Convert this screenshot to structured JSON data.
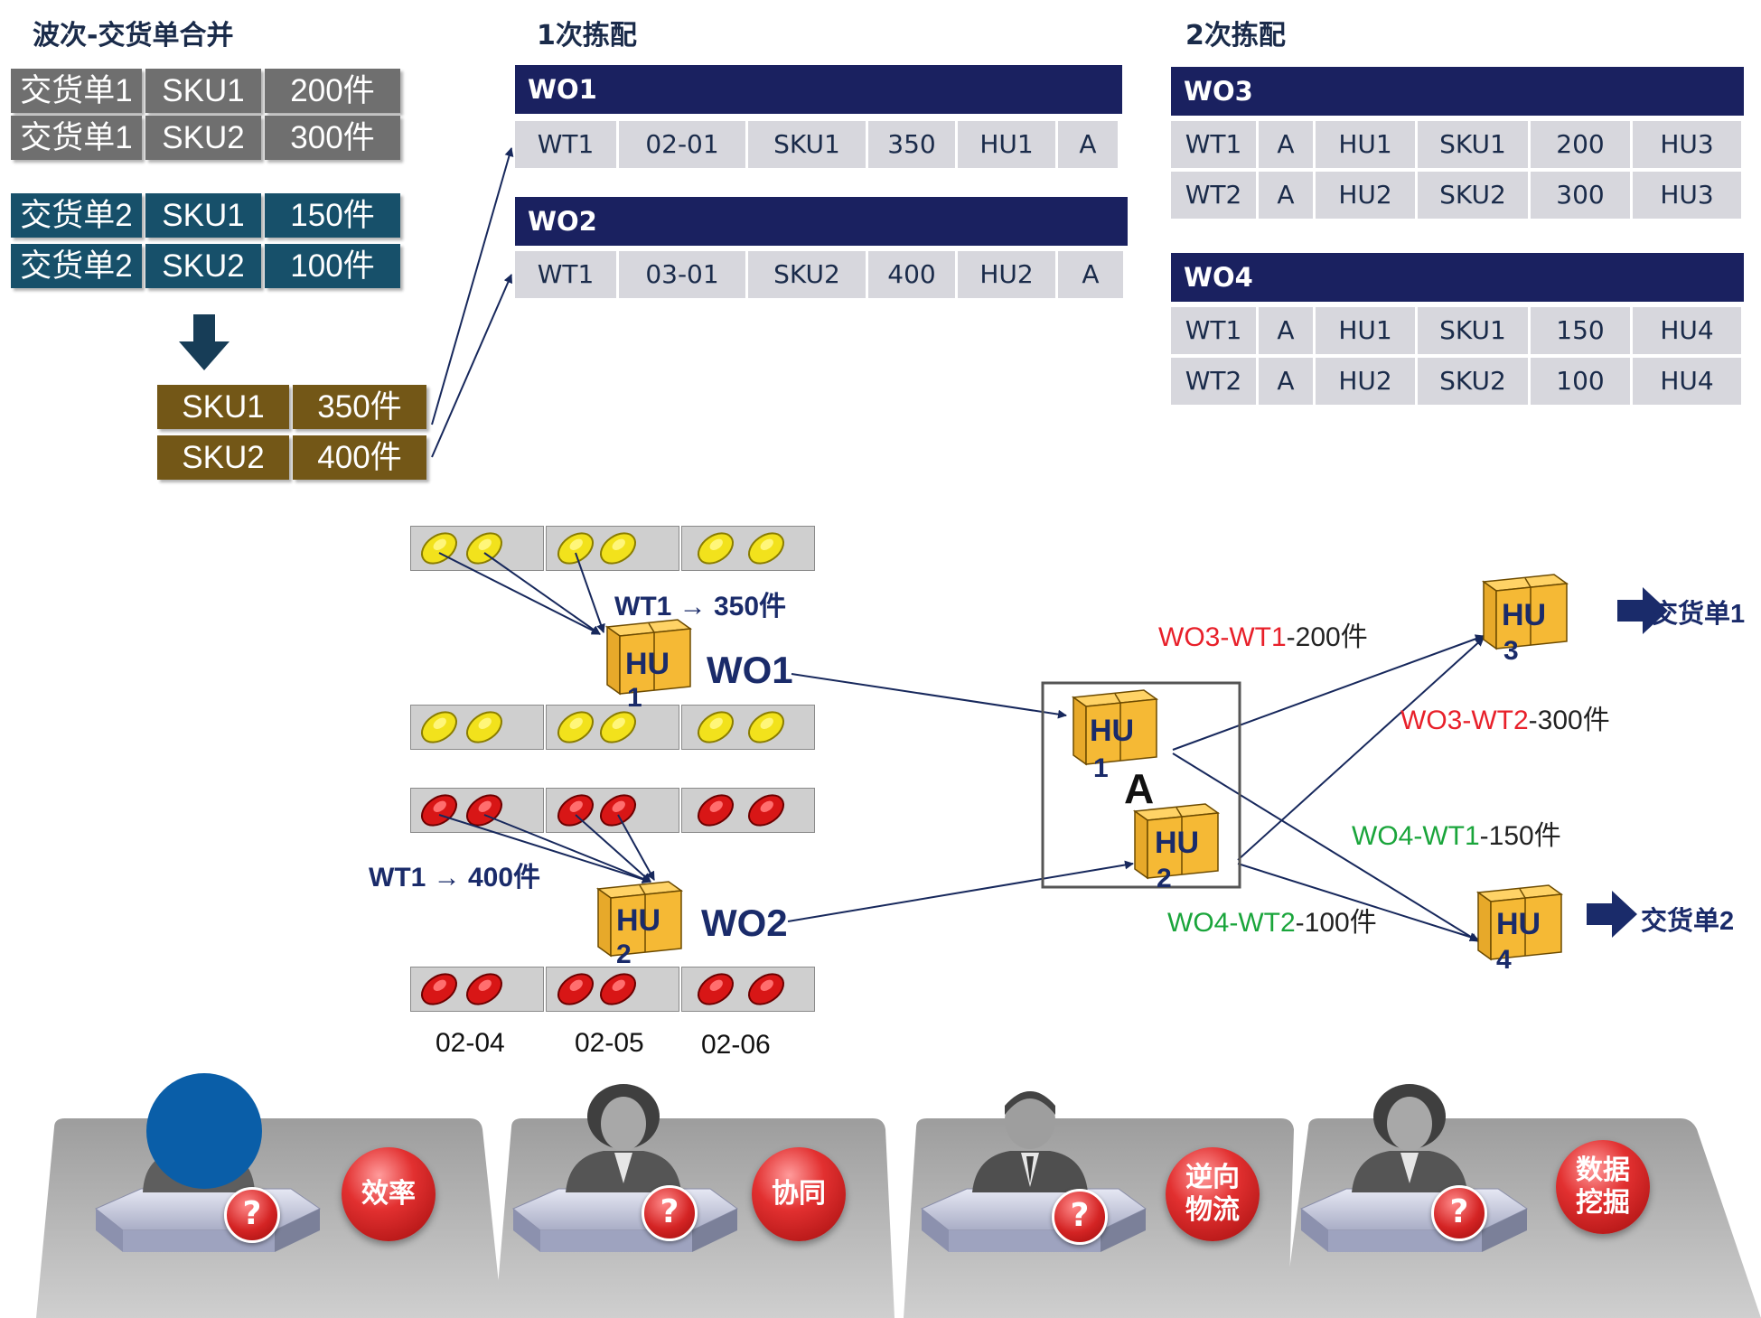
{
  "header": {
    "merge_title": "波次-交货单合并",
    "pick1_title": "1次拣配",
    "pick2_title": "2次拣配"
  },
  "merge": {
    "rows_dn1": [
      {
        "dn": "交货单1",
        "sku": "SKU1",
        "qty": "200件"
      },
      {
        "dn": "交货单1",
        "sku": "SKU2",
        "qty": "300件"
      }
    ],
    "rows_dn2": [
      {
        "dn": "交货单2",
        "sku": "SKU1",
        "qty": "150件"
      },
      {
        "dn": "交货单2",
        "sku": "SKU2",
        "qty": "100件"
      }
    ],
    "totals": [
      {
        "sku": "SKU1",
        "qty": "350件"
      },
      {
        "sku": "SKU2",
        "qty": "400件"
      }
    ]
  },
  "pick1": {
    "wo1": {
      "title": "WO1",
      "row": [
        "WT1",
        "02-01",
        "SKU1",
        "350",
        "HU1",
        "A"
      ]
    },
    "wo2": {
      "title": "WO2",
      "row": [
        "WT1",
        "03-01",
        "SKU2",
        "400",
        "HU2",
        "A"
      ]
    }
  },
  "pick2": {
    "wo3": {
      "title": "WO3",
      "rows": [
        [
          "WT1",
          "A",
          "HU1",
          "SKU1",
          "200",
          "HU3"
        ],
        [
          "WT2",
          "A",
          "HU2",
          "SKU2",
          "300",
          "HU3"
        ]
      ]
    },
    "wo4": {
      "title": "WO4",
      "rows": [
        [
          "WT1",
          "A",
          "HU1",
          "SKU1",
          "150",
          "HU4"
        ],
        [
          "WT2",
          "A",
          "HU2",
          "SKU2",
          "100",
          "HU4"
        ]
      ]
    }
  },
  "flow": {
    "wt1_350": "WT1 → 350件",
    "wt1_400": "WT1 → 400件",
    "wo1_label": "WO1",
    "wo2_label": "WO2",
    "area": "A",
    "hu": "HU",
    "hu_nums": [
      "1",
      "2",
      "1",
      "2",
      "3",
      "4"
    ],
    "bins": [
      "02-04",
      "02-05",
      "02-06"
    ],
    "tasks": [
      {
        "code": "WO3-WT1",
        "qty": "-200件",
        "color": "#e8202a"
      },
      {
        "code": "WO3-WT2",
        "qty": "-300件",
        "color": "#e8202a"
      },
      {
        "code": "WO4-WT1",
        "qty": "-150件",
        "color": "#1aa53b"
      },
      {
        "code": "WO4-WT2",
        "qty": "-100件",
        "color": "#1aa53b"
      }
    ],
    "destinations": [
      "交货单1",
      "交货单2"
    ]
  },
  "footer": {
    "q": "?",
    "bubbles": [
      "效率",
      "协同",
      "逆向\n物流",
      "数据\n挖掘"
    ]
  }
}
